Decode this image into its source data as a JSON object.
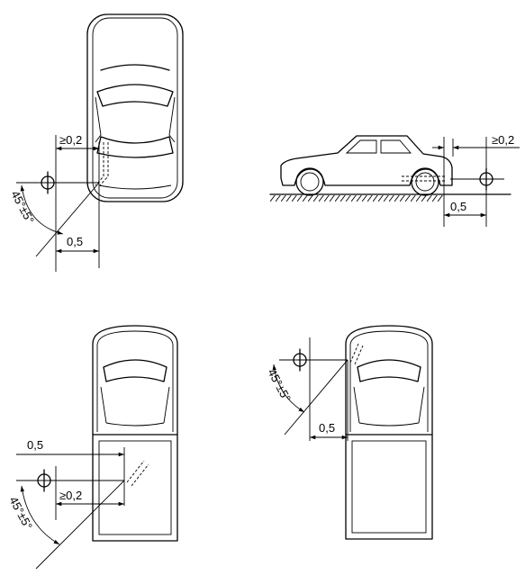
{
  "labels": {
    "min_offset": "≥0,2",
    "distance": "0,5",
    "angle": "45°±5°"
  }
}
